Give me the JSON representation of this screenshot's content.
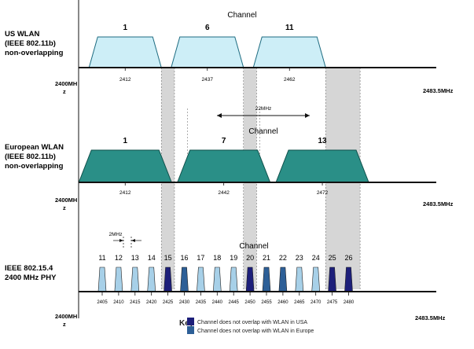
{
  "colors": {
    "us_fill": "#cdeef7",
    "us_stroke": "#1d6b80",
    "eu_fill": "#2a8f87",
    "eu_stroke": "#0f4f4a",
    "zb_light": "#a7d0e8",
    "zb_usa": "#1d1f7a",
    "zb_eu": "#2d5f97",
    "gray": "#d6d6d6",
    "axis": "#111111"
  },
  "row_us": {
    "label_lines": [
      "US WLAN",
      "(IEEE 802.11b)",
      "non-overlapping"
    ],
    "channel_title": "Channel",
    "start_label_lines": [
      "2400MH",
      "z"
    ],
    "end_label": "2483.5MHz",
    "channels": [
      {
        "number": "1",
        "center": 2412
      },
      {
        "number": "6",
        "center": 2437
      },
      {
        "number": "11",
        "center": 2462
      }
    ],
    "freq_labels": [
      "2412",
      "2437",
      "2462"
    ]
  },
  "row_eu": {
    "label_lines": [
      "European WLAN",
      "(IEEE 802.11b)",
      "non-overlapping"
    ],
    "channel_title": "Channel",
    "start_label_lines": [
      "2400MH",
      "z"
    ],
    "end_label": "2483.5MHz",
    "width_label": "22MHz",
    "channels": [
      {
        "number": "1",
        "center": 2412
      },
      {
        "number": "7",
        "center": 2442
      },
      {
        "number": "13",
        "center": 2472
      }
    ],
    "freq_labels": [
      "2412",
      "2442",
      "2472"
    ]
  },
  "row_zb": {
    "label_lines": [
      "IEEE 802.15.4",
      "2400 MHz PHY"
    ],
    "channel_title": "Channel",
    "spacing_label": "2MHz",
    "start_label_lines": [
      "2400MH",
      "z"
    ],
    "end_label": "2483.5MHz",
    "channels": [
      {
        "number": "11",
        "freq": "2405",
        "type": "normal"
      },
      {
        "number": "12",
        "freq": "2410",
        "type": "normal"
      },
      {
        "number": "13",
        "freq": "2415",
        "type": "normal"
      },
      {
        "number": "14",
        "freq": "2420",
        "type": "normal"
      },
      {
        "number": "15",
        "freq": "2425",
        "type": "usa"
      },
      {
        "number": "16",
        "freq": "2430",
        "type": "eu"
      },
      {
        "number": "17",
        "freq": "2435",
        "type": "normal"
      },
      {
        "number": "18",
        "freq": "2440",
        "type": "normal"
      },
      {
        "number": "19",
        "freq": "2445",
        "type": "normal"
      },
      {
        "number": "20",
        "freq": "2450",
        "type": "usa"
      },
      {
        "number": "21",
        "freq": "2455",
        "type": "eu"
      },
      {
        "number": "22",
        "freq": "2460",
        "type": "eu"
      },
      {
        "number": "23",
        "freq": "2465",
        "type": "normal"
      },
      {
        "number": "24",
        "freq": "2470",
        "type": "normal"
      },
      {
        "number": "25",
        "freq": "2475",
        "type": "usa"
      },
      {
        "number": "26",
        "freq": "2480",
        "type": "usa"
      }
    ]
  },
  "key": {
    "title": "Key",
    "usa_text": "Channel does not overlap with WLAN in USA",
    "eu_text": "Channel does not overlap with WLAN in Europe"
  }
}
